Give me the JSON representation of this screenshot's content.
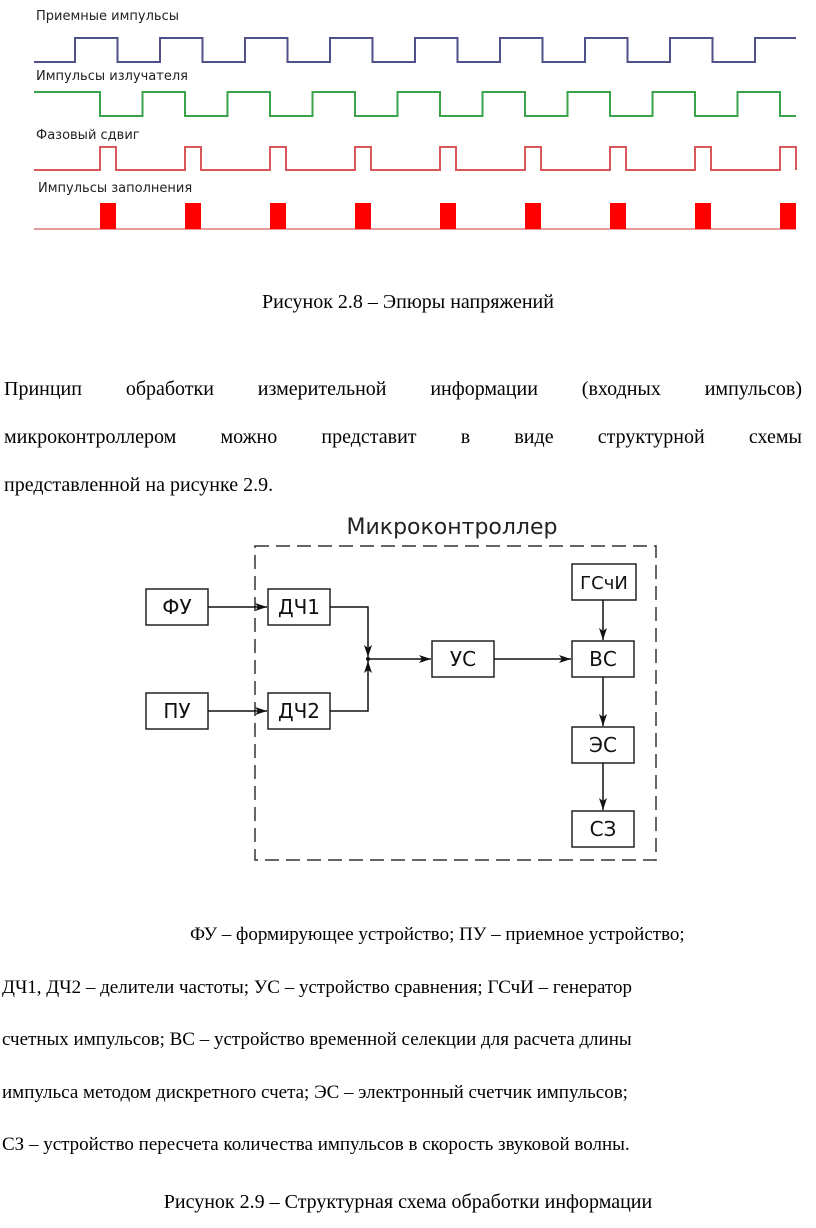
{
  "waveforms": {
    "labels": [
      "Приемные импульсы",
      "Импульсы излучателя",
      "Фазовый сдвиг",
      "Импульсы заполнения"
    ],
    "colors": [
      "#50508a",
      "#3aa44a",
      "#d9575a",
      "#ff0000"
    ]
  },
  "figure1": {
    "caption": "Рисунок 2.8 – Эпюры напряжений"
  },
  "paragraph": {
    "lines": [
      " Принцип обработки измерительной информации (входных импульсов)",
      "микроконтроллером можно представит в виде структурной схемы",
      "представленной на рисунке 2.9."
    ]
  },
  "diagram": {
    "title": "Микроконтроллер",
    "blocks": {
      "fu": "ФУ",
      "pu": "ПУ",
      "dch1": "ДЧ1",
      "dch2": "ДЧ2",
      "us": "УС",
      "gschi": "ГСчИ",
      "vs": "ВС",
      "es": "ЭС",
      "sz": "СЗ"
    }
  },
  "legend": {
    "lines": [
      "ФУ – формирующее устройство; ПУ – приемное устройство;",
      "ДЧ1, ДЧ2 – делители частоты; УС – устройство сравнения; ГСчИ – генератор",
      "счетных импульсов; ВС – устройство временной селекции для расчета длины",
      "импульса методом дискретного счета; ЭС – электронный счетчик импульсов;",
      "СЗ – устройство пересчета количества импульсов в скорость звуковой волны."
    ]
  },
  "figure2": {
    "caption": "Рисунок 2.9 – Структурная схема обработки информации"
  }
}
